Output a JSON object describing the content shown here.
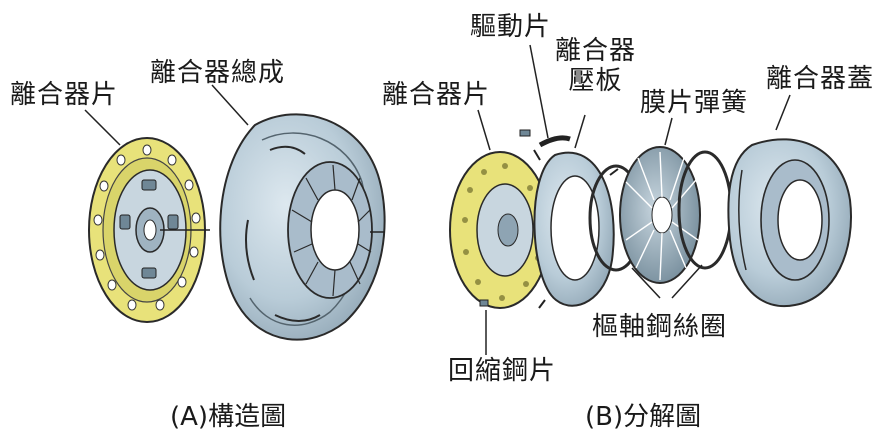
{
  "labels": {
    "a_disc": "離合器片",
    "a_assembly": "離合器總成",
    "b_drive_strap": "驅動片",
    "b_pressure_plate_line1": "離合器",
    "b_pressure_plate_line2": "壓板",
    "b_disc": "離合器片",
    "b_diaphragm_spring": "膜片彈簧",
    "b_cover": "離合器蓋",
    "b_pivot_ring": "樞軸鋼絲圈",
    "b_retract_spring": "回縮鋼片"
  },
  "captions": {
    "a": "(A)構造圖",
    "b": "(B)分解圖"
  },
  "colors": {
    "facing": "#e8e27a",
    "steel": "#b9ccd8",
    "steel_dark": "#8ea4b3",
    "line": "#2a2a2a"
  }
}
